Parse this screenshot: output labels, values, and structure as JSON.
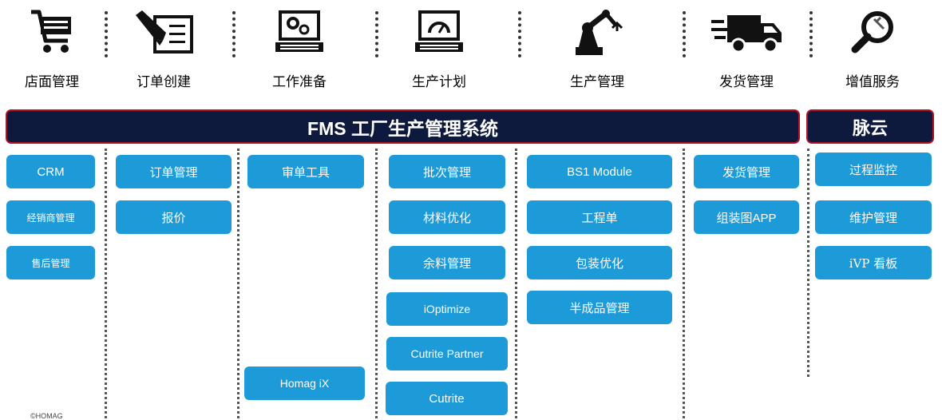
{
  "categories": [
    {
      "label": "店面管理",
      "icon": "shopping-cart-icon"
    },
    {
      "label": "订单创建",
      "icon": "pen-form-icon"
    },
    {
      "label": "工作准备",
      "icon": "laptop-gears-icon"
    },
    {
      "label": "生产计划",
      "icon": "laptop-gauge-icon"
    },
    {
      "label": "生产管理",
      "icon": "robot-arm-icon"
    },
    {
      "label": "发货管理",
      "icon": "delivery-truck-icon"
    },
    {
      "label": "增值服务",
      "icon": "magnifier-icon"
    }
  ],
  "header": {
    "main_title": "FMS 工厂生产管理系统",
    "side_title": "脉云"
  },
  "columns": {
    "store": [
      "CRM",
      "经销商管理",
      "售后管理"
    ],
    "order": [
      "订单管理",
      "报价"
    ],
    "prep": [
      "审单工具",
      "Homag iX"
    ],
    "planning": [
      "批次管理",
      "材料优化",
      "余料管理",
      "iOptimize",
      "Cutrite Partner",
      "Cutrite"
    ],
    "production": [
      "BS1 Module",
      "工程单",
      "包装优化",
      "半成品管理"
    ],
    "shipping": [
      "发货管理",
      "组装图APP"
    ],
    "service": [
      "过程监控",
      "维护管理",
      "iVP 看板"
    ]
  },
  "footnote": "©HOMAG",
  "colors": {
    "navy": "#0d1a3d",
    "border_red": "#b01226",
    "button_blue": "#1d9ad8"
  }
}
